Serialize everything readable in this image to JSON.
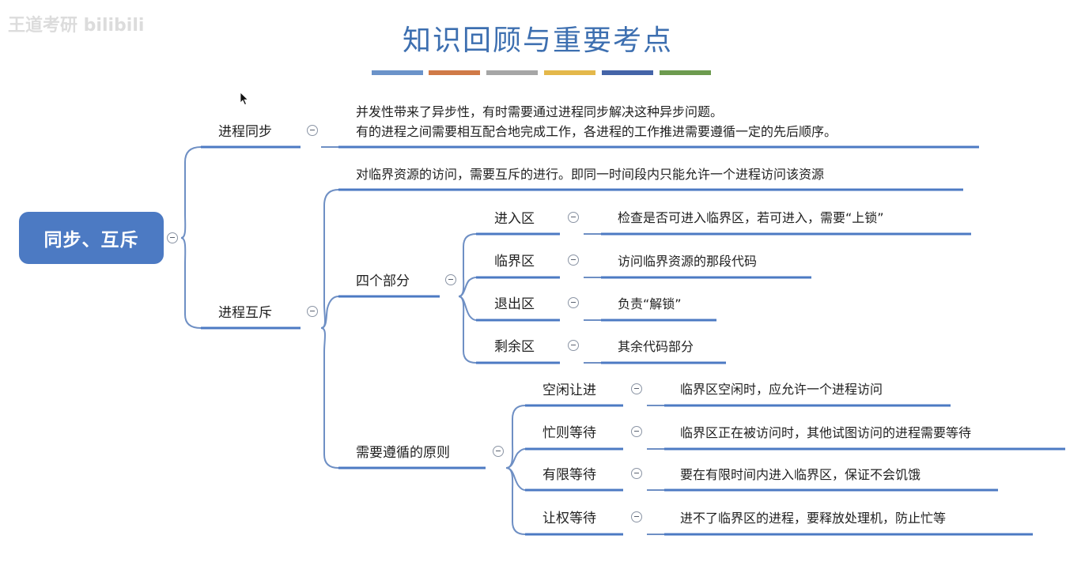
{
  "watermark": "王道考研 bilibili",
  "title": "知识回顾与重要考点",
  "colors": {
    "accent": "#4c7ac3",
    "bars": [
      "#6b93c9",
      "#d07a47",
      "#a6a6a6",
      "#e4b84b",
      "#4464a8",
      "#6d9b4f"
    ]
  },
  "mindmap": {
    "root": "同步、互斥",
    "sync": {
      "label": "进程同步",
      "desc_line1": "并发性带来了异步性，有时需要通过进程同步解决这种异步问题。",
      "desc_line2": "有的进程之间需要相互配合地完成工作，各进程的工作推进需要遵循一定的先后顺序。"
    },
    "mutex": {
      "label": "进程互斥",
      "desc": "对临界资源的访问，需要互斥的进行。即同一时间段内只能允许一个进程访问该资源",
      "parts": {
        "label": "四个部分",
        "items": [
          {
            "name": "进入区",
            "desc": "检查是否可进入临界区，若可进入，需要“上锁”"
          },
          {
            "name": "临界区",
            "desc": "访问临界资源的那段代码"
          },
          {
            "name": "退出区",
            "desc": "负责“解锁”"
          },
          {
            "name": "剩余区",
            "desc": "其余代码部分"
          }
        ]
      },
      "principles": {
        "label": "需要遵循的原则",
        "items": [
          {
            "name": "空闲让进",
            "desc": "临界区空闲时，应允许一个进程访问"
          },
          {
            "name": "忙则等待",
            "desc": "临界区正在被访问时，其他试图访问的进程需要等待"
          },
          {
            "name": "有限等待",
            "desc": "要在有限时间内进入临界区，保证不会饥饿"
          },
          {
            "name": "让权等待",
            "desc": "进不了临界区的进程，要释放处理机，防止忙等"
          }
        ]
      }
    }
  }
}
